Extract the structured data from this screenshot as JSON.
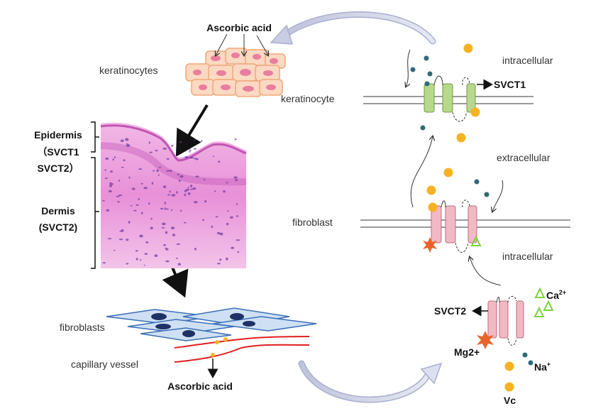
{
  "left": {
    "ascorbic_acid_top": "Ascorbic acid",
    "keratinocytes": "keratinocytes",
    "epidermis": "Epidermis",
    "epidermis_transporters_1": "（SVCT1",
    "epidermis_transporters_2": "SVCT2）",
    "dermis": "Dermis",
    "dermis_transporter": "(SVCT2)",
    "fibroblasts": "fibroblasts",
    "capillary_vessel": "capillary vessel",
    "ascorbic_acid_bottom": "Ascorbic acid"
  },
  "right": {
    "intracellular_top": "intracellular",
    "keratinocyte": "keratinocyte",
    "svct1": "SVCT1",
    "extracellular": "extracellular",
    "fibroblast": "fibroblast",
    "intracellular_mid": "intracellular"
  },
  "legend": {
    "svct2": "SVCT2",
    "ca": "Ca",
    "ca_charge": "2+",
    "mg": "Mg2+",
    "na": "Na",
    "na_charge": "+",
    "vc": "Vc"
  },
  "colors": {
    "vc_dot": "#f5b324",
    "na_dot": "#2e6b78",
    "svct1_green": "#b8d98c",
    "svct2_pink": "#f1b9c4",
    "mg_star": "#e8632a",
    "ca_triangle": "#7dd33a",
    "capillary_red": "#e02020",
    "fibroblast_blue": "#3b6fb5",
    "nucleus_navy": "#1e3266",
    "tissue_pink": "#e27fd0"
  }
}
